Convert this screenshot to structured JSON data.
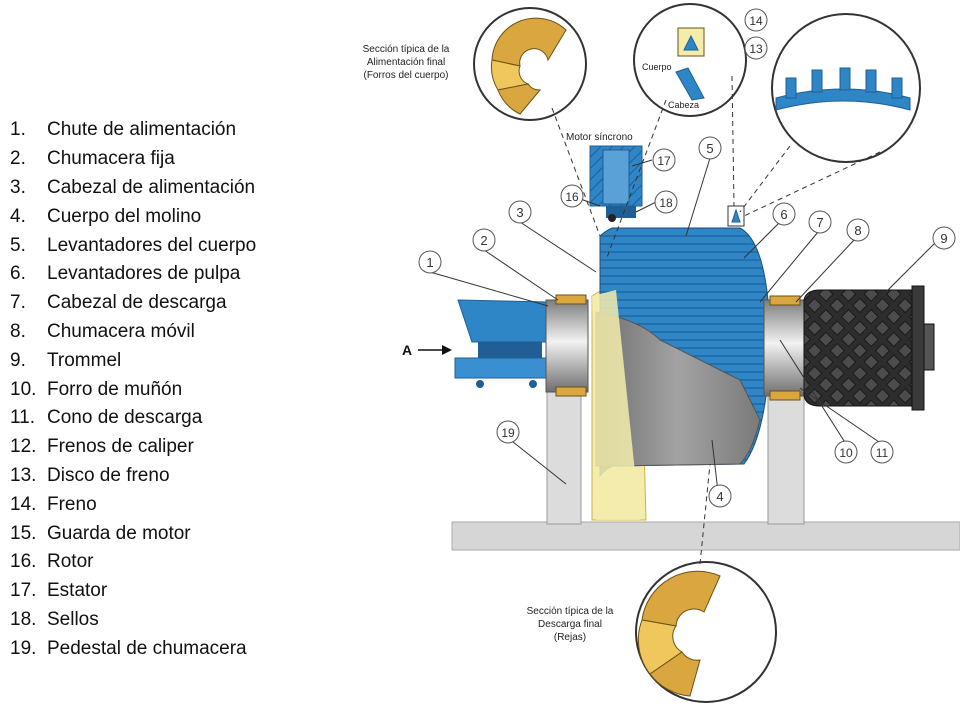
{
  "legend": {
    "items": [
      {
        "num": "1.",
        "label": "Chute de alimentación"
      },
      {
        "num": "2.",
        "label": "Chumacera fija"
      },
      {
        "num": "3.",
        "label": "Cabezal de alimentación"
      },
      {
        "num": "4.",
        "label": "Cuerpo del molino"
      },
      {
        "num": "5.",
        "label": "Levantadores del cuerpo"
      },
      {
        "num": "6.",
        "label": "Levantadores de pulpa"
      },
      {
        "num": "7.",
        "label": "Cabezal de descarga"
      },
      {
        "num": "8.",
        "label": "Chumacera móvil"
      },
      {
        "num": "9.",
        "label": "Trommel"
      },
      {
        "num": "10.",
        "label": "Forro de muñón"
      },
      {
        "num": "11.",
        "label": "Cono de descarga"
      },
      {
        "num": "12.",
        "label": "Frenos  de caliper"
      },
      {
        "num": "13.",
        "label": "Disco de freno"
      },
      {
        "num": "14.",
        "label": "Freno"
      },
      {
        "num": "15.",
        "label": "Guarda de motor"
      },
      {
        "num": "16.",
        "label": "Rotor"
      },
      {
        "num": "17.",
        "label": "Estator"
      },
      {
        "num": "18.",
        "label": "Sellos"
      },
      {
        "num": "19.",
        "label": "Pedestal de chumacera"
      }
    ]
  },
  "diagram": {
    "callout_feed": [
      "Sección típica de la",
      "Alimentación final",
      "(Forros del cuerpo)"
    ],
    "callout_discharge": [
      "Sección típica de la",
      "Descarga final",
      "(Rejas)"
    ],
    "motor_label": "Motor síncrono",
    "cuerpo_label": "Cuerpo",
    "cabeza_label": "Cabeza",
    "arrow_label": "A",
    "numbers": [
      "1",
      "2",
      "3",
      "4",
      "5",
      "6",
      "7",
      "8",
      "9",
      "10",
      "11",
      "13",
      "14",
      "16",
      "17",
      "18",
      "19"
    ]
  },
  "colors": {
    "blue": "#2f86c6",
    "dark_blue": "#1f5f96",
    "yellow": "#f3ecab",
    "gold": "#d9a640",
    "gray": "#8b8b8b",
    "concrete": "#d6d6d6"
  }
}
